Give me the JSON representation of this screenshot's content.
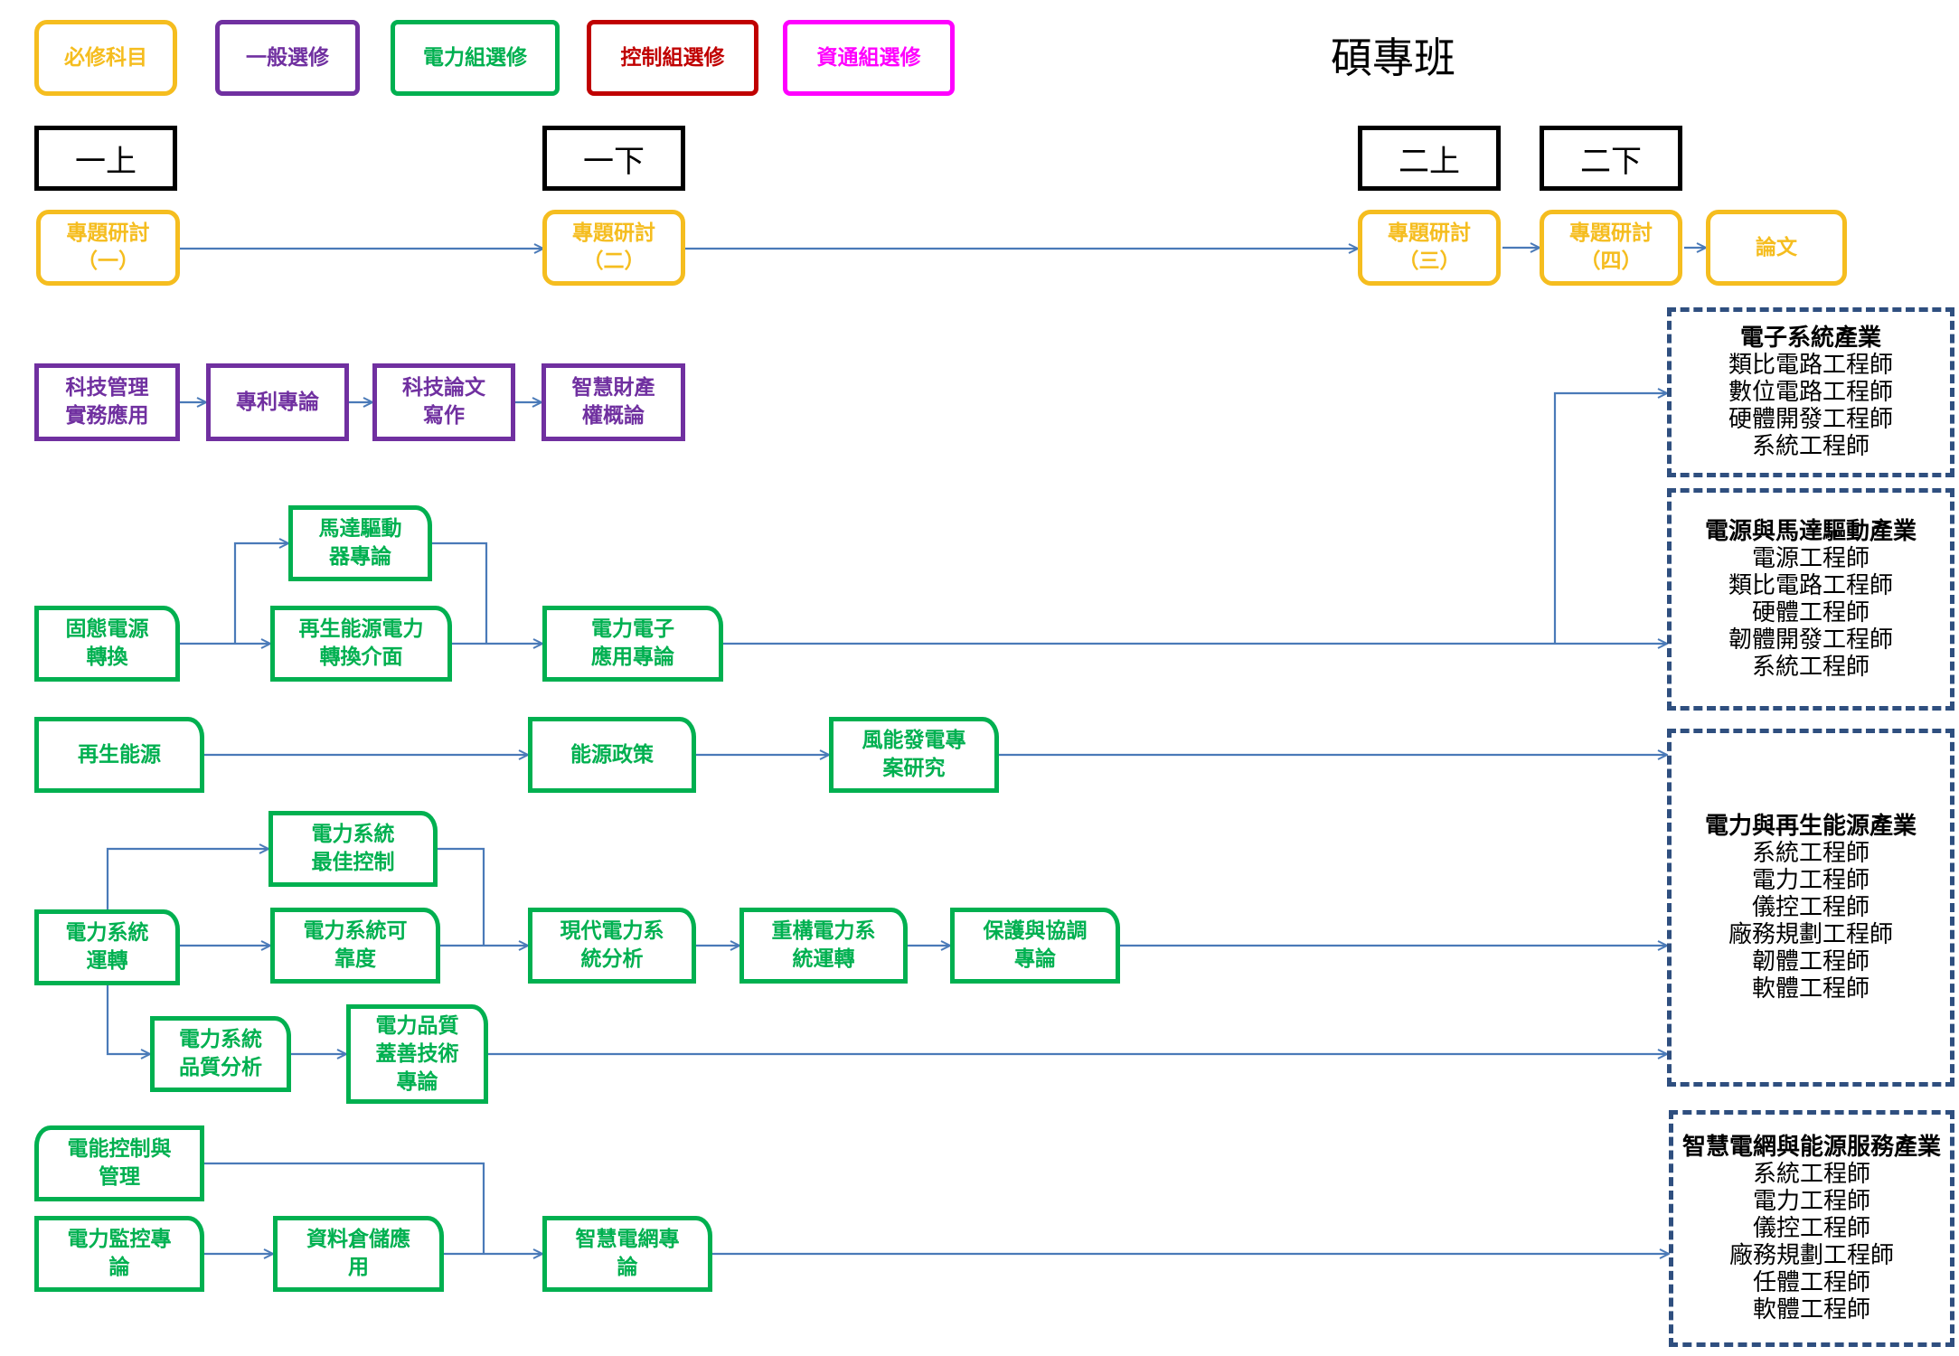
{
  "title": "碩專班",
  "legend": {
    "required": "必修科目",
    "general": "一般選修",
    "power": "電力組選修",
    "control": "控制組選修",
    "icn": "資通組選修"
  },
  "semesters": {
    "y1a": "一上",
    "y1b": "一下",
    "y2a": "二上",
    "y2b": "二下"
  },
  "courses": {
    "seminar1": "專題研討\n（一）",
    "seminar2": "專題研討\n（二）",
    "seminar3": "專題研討\n（三）",
    "seminar4": "專題研討\n（四）",
    "thesis": "論文",
    "tech_mgmt": "科技管理\n實務應用",
    "patent": "專利專論",
    "tech_writing": "科技論文\n寫作",
    "ip": "智慧財產\n權概論",
    "motor_drive": "馬達驅動\n器專論",
    "solid_state": "固態電源\n轉換",
    "renewable_iface": "再生能源電力\n轉換介面",
    "pe_app": "電力電子\n應用專論",
    "renewable": "再生能源",
    "energy_policy": "能源政策",
    "wind": "風能發電專\n案研究",
    "ps_opt": "電力系統\n最佳控制",
    "ps_op": "電力系統\n運轉",
    "ps_rel": "電力系統可\n靠度",
    "modern_ps": "現代電力系\n統分析",
    "restructure": "重構電力系\n統運轉",
    "protection": "保護與協調\n專論",
    "pq_analysis": "電力系統\n品質分析",
    "pq_improve": "電力品質\n蓋善技術\n專論",
    "energy_ctrl": "電能控制與\n管理",
    "monitoring": "電力監控專\n論",
    "data_warehouse": "資料倉儲應\n用",
    "smart_grid": "智慧電網專\n論"
  },
  "careers": [
    {
      "head": "電子系統產業",
      "roles": [
        "類比電路工程師",
        "數位電路工程師",
        "硬體開發工程師",
        "系統工程師"
      ]
    },
    {
      "head": "電源與馬達驅動產業",
      "roles": [
        "電源工程師",
        "類比電路工程師",
        "硬體工程師",
        "韌體開發工程師",
        "系統工程師"
      ]
    },
    {
      "head": "電力與再生能源產業",
      "roles": [
        "系統工程師",
        "電力工程師",
        "儀控工程師",
        "廠務規劃工程師",
        "韌體工程師",
        "軟體工程師"
      ]
    },
    {
      "head": "智慧電網與能源服務產業",
      "roles": [
        "系統工程師",
        "電力工程師",
        "儀控工程師",
        "廠務規劃工程師",
        "任體工程師",
        "軟體工程師"
      ]
    }
  ],
  "colors": {
    "required": "#f5bd1f",
    "general": "#7030a0",
    "power": "#00b050",
    "control": "#c00000",
    "icn": "#ff00ff",
    "arrow": "#4a7ab8",
    "career_border": "#2f4f7f"
  }
}
